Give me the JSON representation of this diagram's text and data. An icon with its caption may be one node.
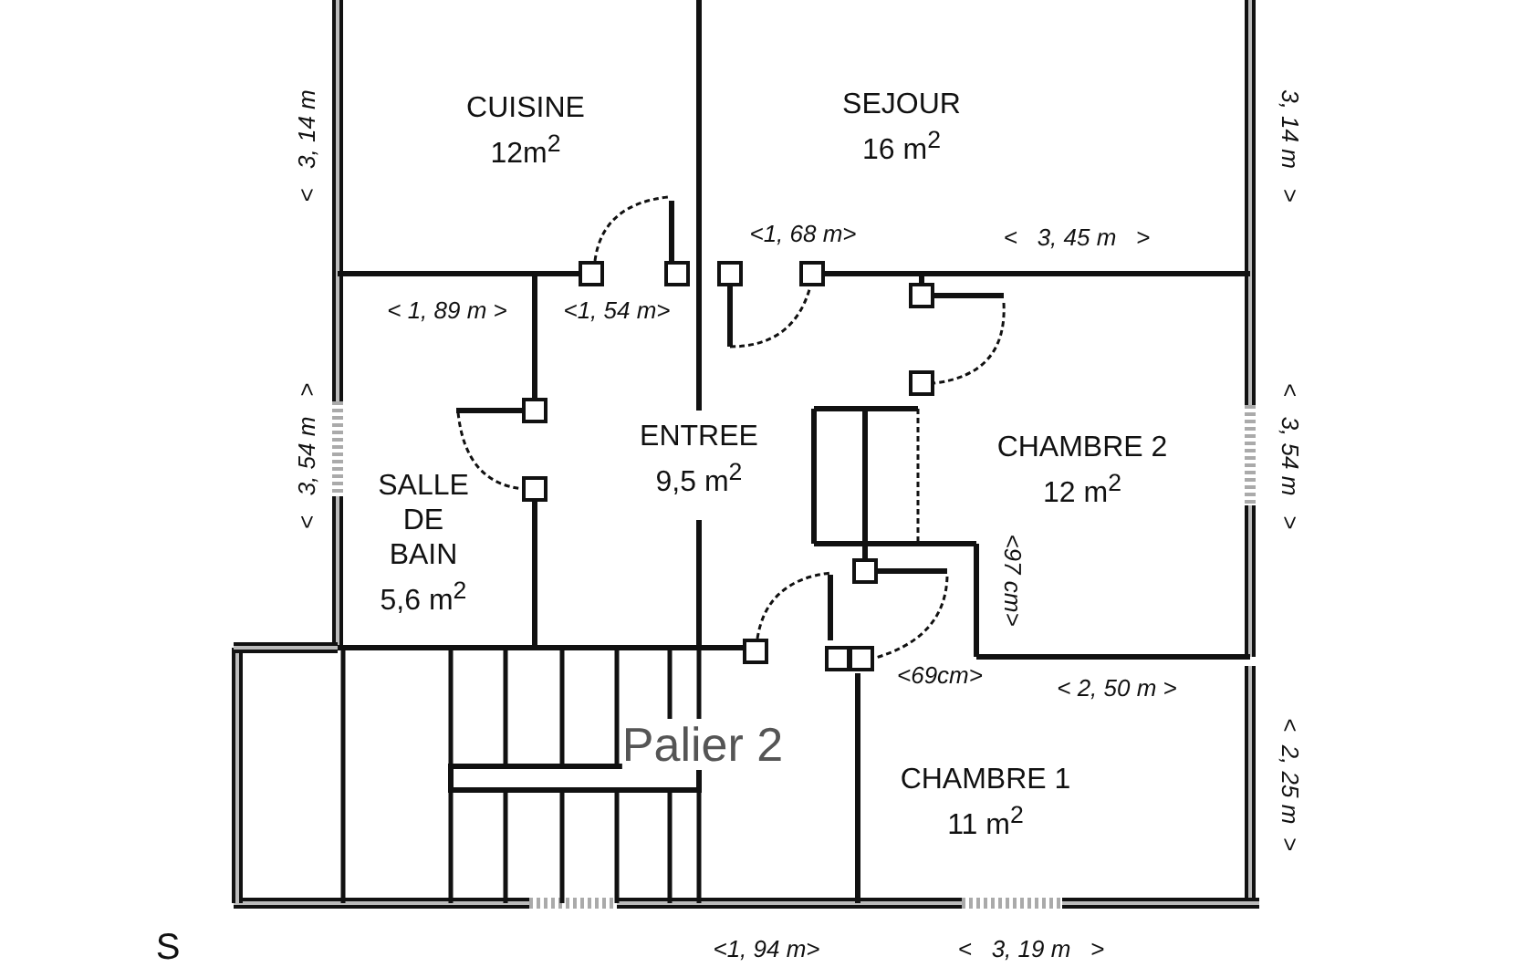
{
  "diagram": {
    "nodes": [
      {
        "text": [
          "CUISINE",
          "12m$^{2}$"
        ]
      },
      {
        "text": [
          "SEJOUR",
          "16 m$^{2}$"
        ]
      },
      {
        "text": [
          "ENTREE",
          "9,5 m$^{2}$"
        ]
      },
      {
        "text": [
          "CHAMBRE 2",
          "12 m$^{2}$"
        ]
      },
      {
        "text": [
          "SALLE DE BAIN",
          "5,6 m$^{2}$"
        ]
      },
      {
        "text": [
          "CHAMBRE 1",
          "11 m$^{2}$"
        ]
      }
    ],
    "labels": [
      "<   3, 14 m",
      "3, 14 m   >",
      "<1, 68 m>",
      "<   3, 45 m   >",
      "< 1, 89 m >",
      "<1, 54 m>",
      "<   3, 54 m   >",
      "<   3, 54 m   >",
      "<97 cm>",
      "<69cm>",
      "< 2, 50 m >",
      "<  2, 25 m  >",
      "Palier 2",
      "S",
      "<1, 94 m>",
      "<   3, 19 m   >"
    ]
  }
}
